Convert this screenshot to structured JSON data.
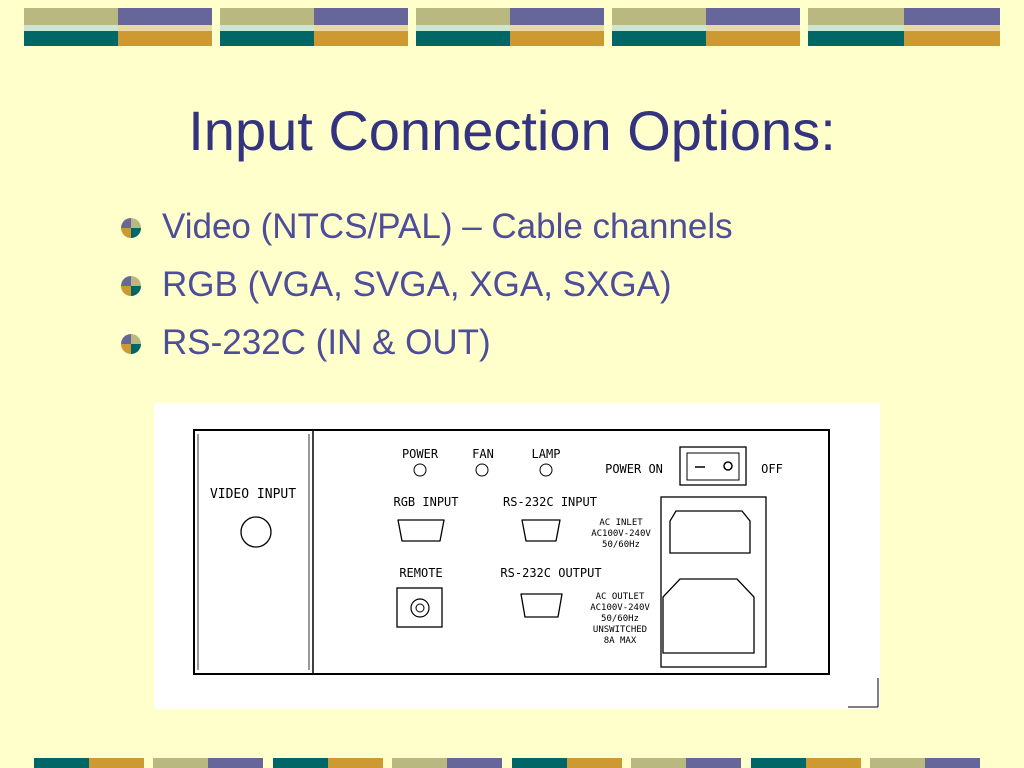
{
  "slide": {
    "title": "Input Connection Options:",
    "bullets": [
      "Video (NTCS/PAL) – Cable channels",
      "RGB (VGA, SVGA, XGA, SXGA)",
      "RS-232C (IN & OUT)"
    ]
  },
  "theme": {
    "background": "#FFFFCC",
    "title_color": "#333380",
    "text_color": "#4D4D99",
    "band_colors": [
      "#006666",
      "#66669A",
      "#CC9933",
      "#B8B880"
    ]
  },
  "diagram": {
    "video_input": "VIDEO INPUT",
    "power": "POWER",
    "fan": "FAN",
    "lamp": "LAMP",
    "power_on": "POWER ON",
    "off": "OFF",
    "rgb_input": "RGB INPUT",
    "rs232c_input": "RS-232C INPUT",
    "remote": "REMOTE",
    "rs232c_output": "RS-232C OUTPUT",
    "ac_inlet": [
      "AC INLET",
      "AC100V-240V",
      "50/60Hz"
    ],
    "ac_outlet": [
      "AC OUTLET",
      "AC100V-240V",
      "50/60Hz",
      "UNSWITCHED",
      "8A MAX"
    ]
  }
}
